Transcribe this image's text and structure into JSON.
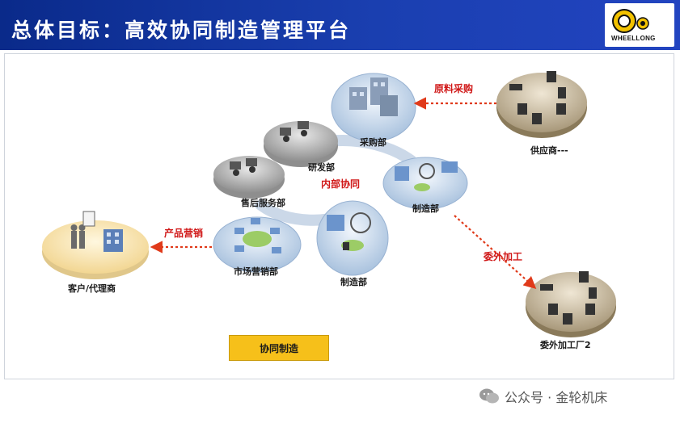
{
  "header": {
    "title": "总体目标：高效协同制造管理平台",
    "logo_text": "WHEELLONG",
    "brand_color": "#1a3fb0"
  },
  "nodes": {
    "customer": "客户/代理商",
    "marketing": "市场营销部",
    "after_sales": "售后服务部",
    "rnd": "研发部",
    "purchasing": "采购部",
    "manufacturing_upper": "制造部",
    "manufacturing_lower": "制造部",
    "supplier": "供应商---",
    "outsource_factory": "委外加工厂2"
  },
  "edges": {
    "product_marketing": "产品营销",
    "raw_material_purchase": "原料采购",
    "internal_collab": "内部协同",
    "outsourcing": "委外加工"
  },
  "collab_box": {
    "label": "协同制造",
    "color": "#f6c01a"
  },
  "watermark": {
    "text": "公众号 · 金轮机床"
  }
}
